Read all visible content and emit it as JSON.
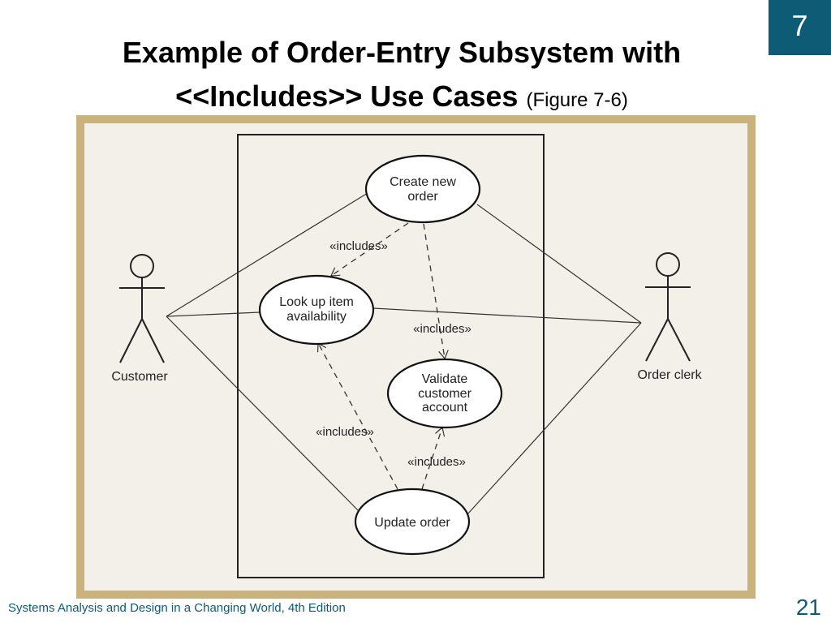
{
  "slide": {
    "title_line1": "Example of Order-Entry Subsystem with",
    "title_line2": "<<Includes>> Use Cases",
    "figure_ref": "(Figure 7-6)",
    "chapter_badge": "7",
    "footer": "Systems Analysis and Design in a Changing World, 4th Edition",
    "page_number": "21"
  },
  "colors": {
    "accent": "#0d5b74",
    "frame": "#c9b27b",
    "diagram_bg": "#f3f0ea"
  },
  "diagram": {
    "actors": {
      "customer": "Customer",
      "clerk": "Order clerk"
    },
    "use_cases": {
      "create": [
        "Create new",
        "order"
      ],
      "lookup": [
        "Look up item",
        "availability"
      ],
      "validate": [
        "Validate",
        "customer",
        "account"
      ],
      "update": [
        "Update order"
      ]
    },
    "relation_label": "«includes»"
  }
}
